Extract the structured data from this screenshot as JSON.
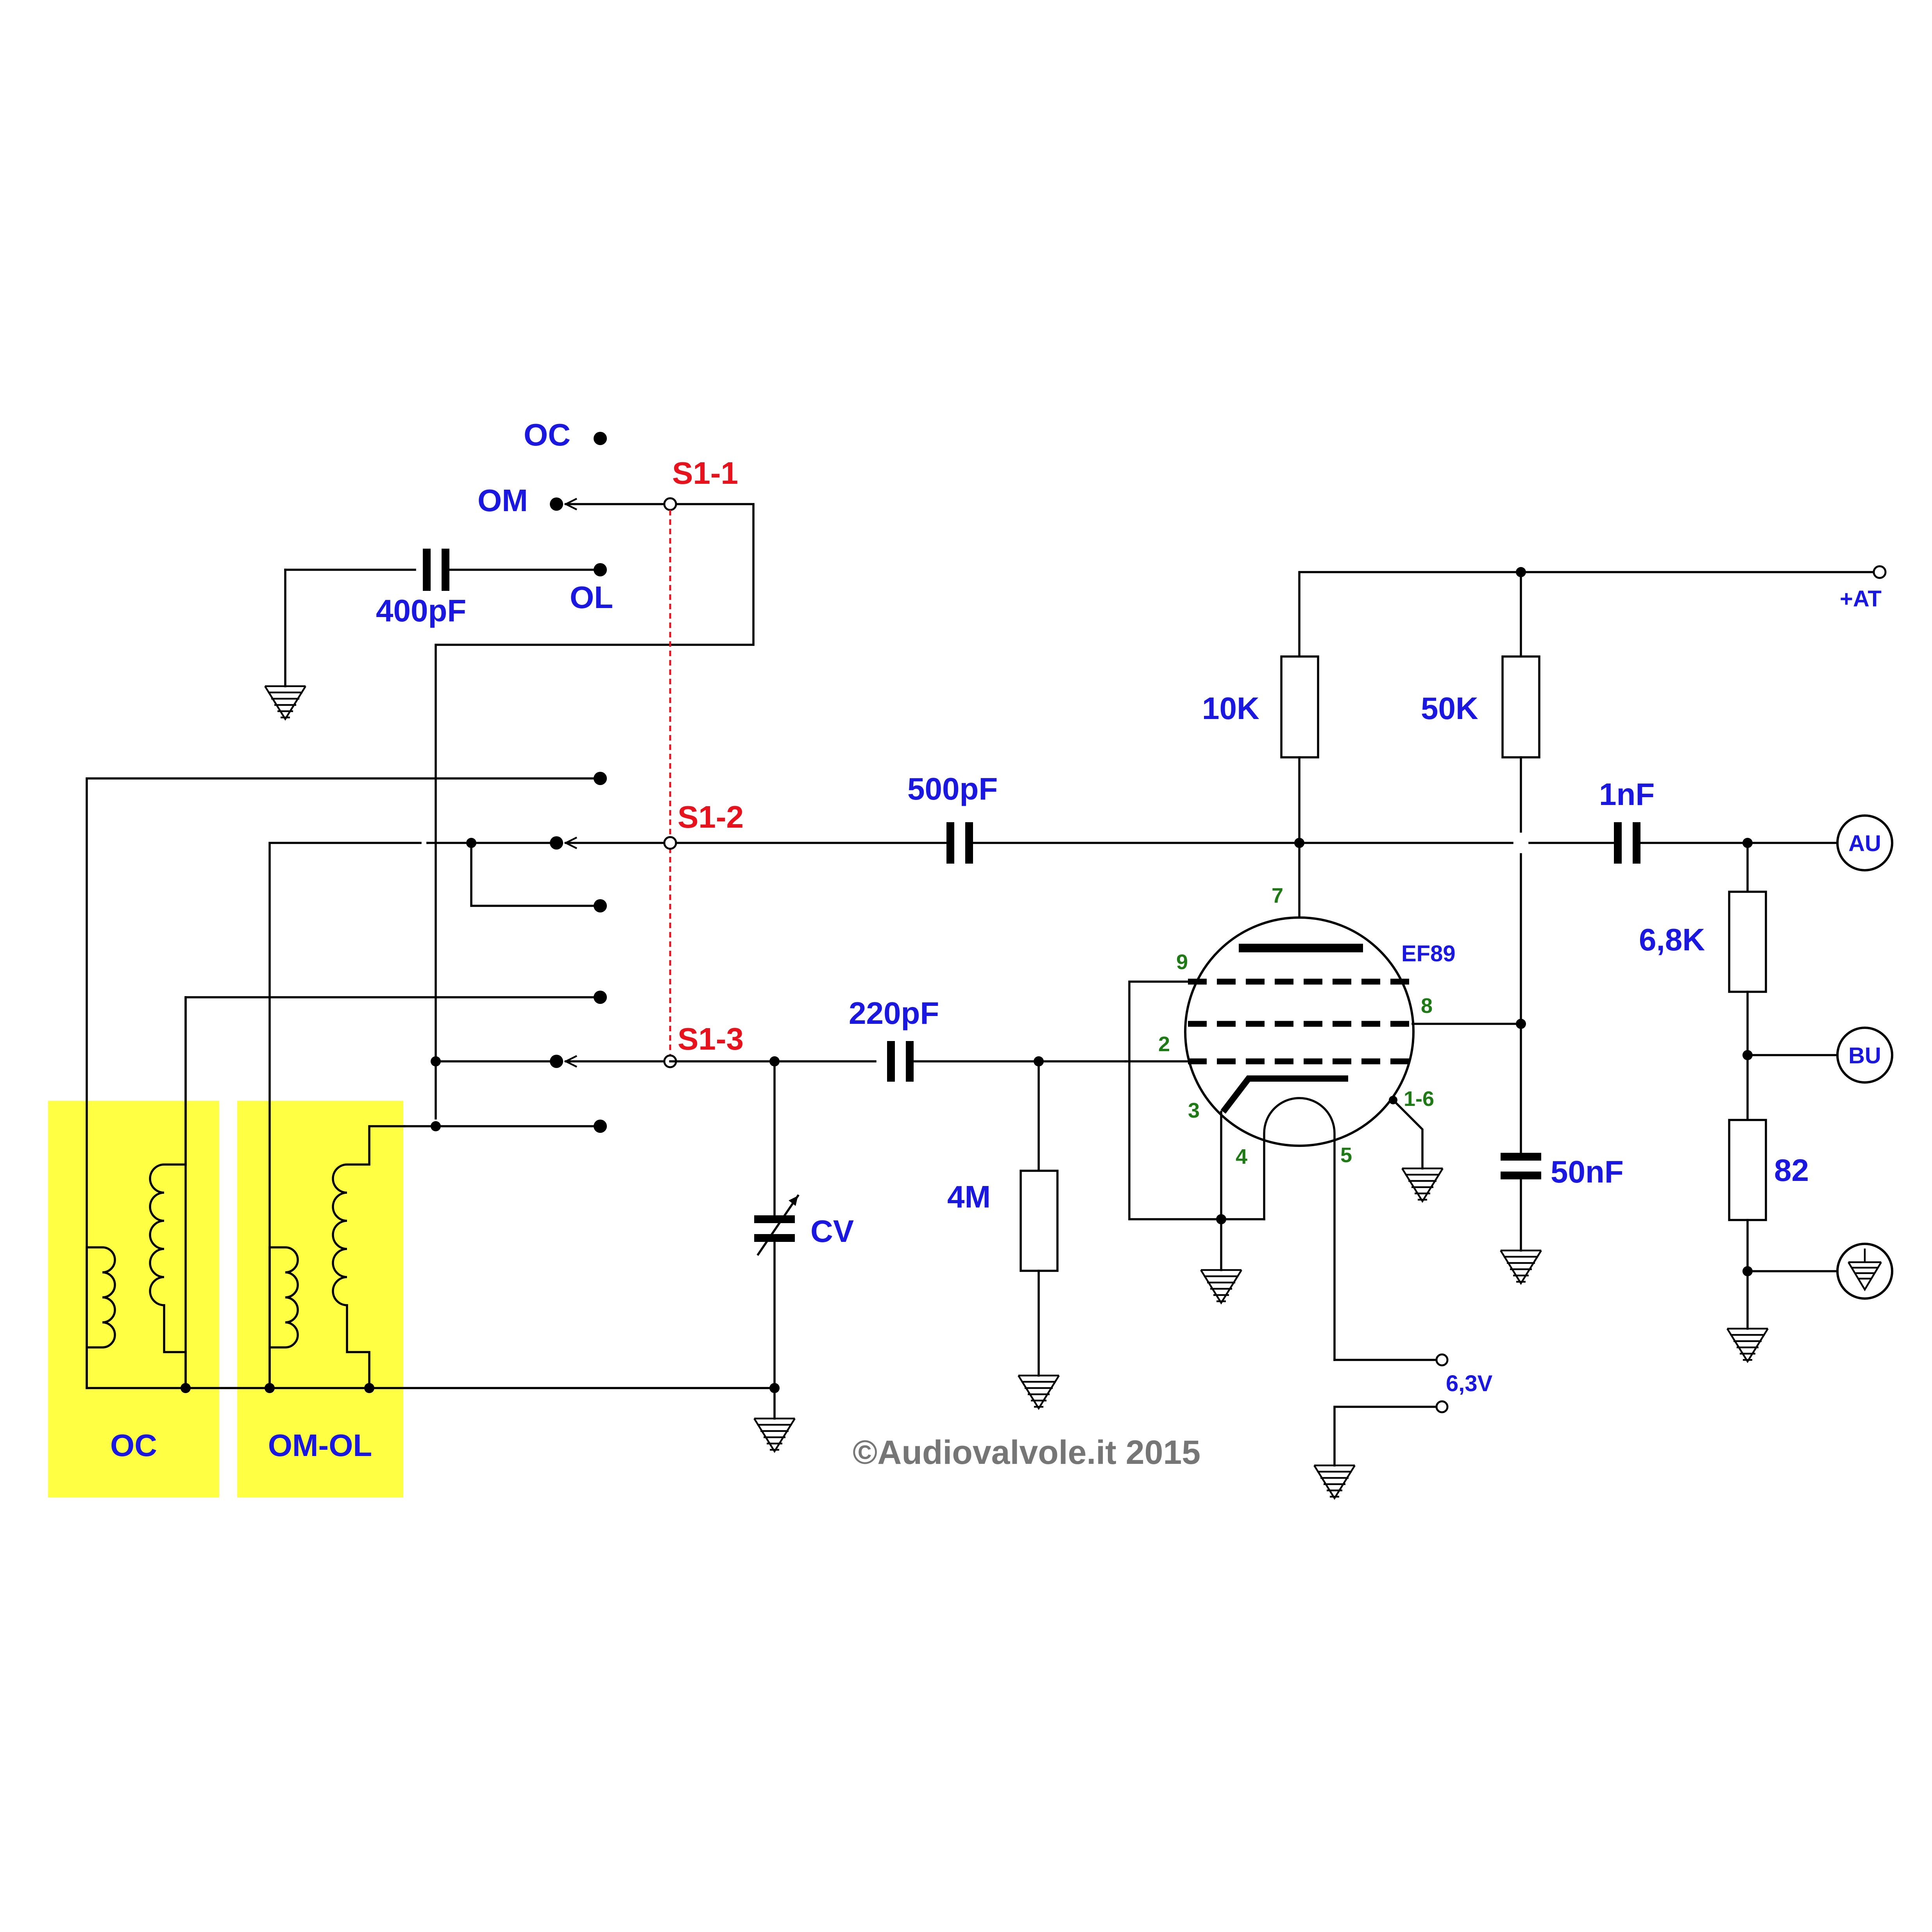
{
  "colors": {
    "label": "#1a18e0",
    "switch_label": "#e8121c",
    "pin_number": "#1e7a14",
    "highlight": "#ffff44",
    "copyright": "#767676",
    "gang_link": "#e8121c"
  },
  "switch": {
    "positions": {
      "oc": "OC",
      "om": "OM",
      "ol": "OL"
    },
    "sections": {
      "s1_1": "S1-1",
      "s1_2": "S1-2",
      "s1_3": "S1-3"
    }
  },
  "components": {
    "c_400pf": "400pF",
    "c_500pf": "500pF",
    "c_220pf": "220pF",
    "c_1nf": "1nF",
    "c_50nf": "50nF",
    "r_10k": "10K",
    "r_50k": "50K",
    "r_4m": "4M",
    "r_6_8k": "6,8K",
    "r_82": "82",
    "cv": "CV"
  },
  "tube": {
    "name": "EF89",
    "pins": {
      "p7": "7",
      "p9": "9",
      "p8": "8",
      "p2": "2",
      "p3": "3",
      "p1_6": "1-6",
      "p4": "4",
      "p5": "5"
    }
  },
  "supply": {
    "hv": "+AT",
    "heater": "6,3V"
  },
  "outputs": {
    "au": "AU",
    "bu": "BU"
  },
  "coils": {
    "oc": "OC",
    "om_ol": "OM-OL"
  },
  "copyright": "©Audiovalvole.it 2015"
}
